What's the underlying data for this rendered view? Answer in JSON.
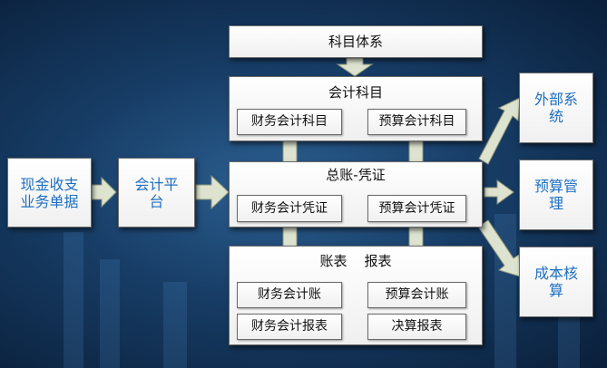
{
  "top_box": "科目体系",
  "accounting_subjects": {
    "title": "会计科目",
    "financial": "财务会计科目",
    "budget": "预算会计科目"
  },
  "vouchers": {
    "title": "总账-凭证",
    "financial": "财务会计凭证",
    "budget": "预算会计凭证"
  },
  "ledgers": {
    "title": "账表    报表",
    "financial_ledger": "财务会计账",
    "budget_ledger": "预算会计账",
    "financial_report": "财务会计报表",
    "final_report": "决算报表"
  },
  "left_input": "现金收支业务单据",
  "platform": "会计平台",
  "right_targets": {
    "external": "外部系统",
    "budget_mgmt": "预算管理",
    "cost": "成本核算"
  },
  "colors": {
    "accent_text": "#1e6fc0",
    "arrow_fill": "#dde3cf",
    "box": "#ffffff"
  }
}
